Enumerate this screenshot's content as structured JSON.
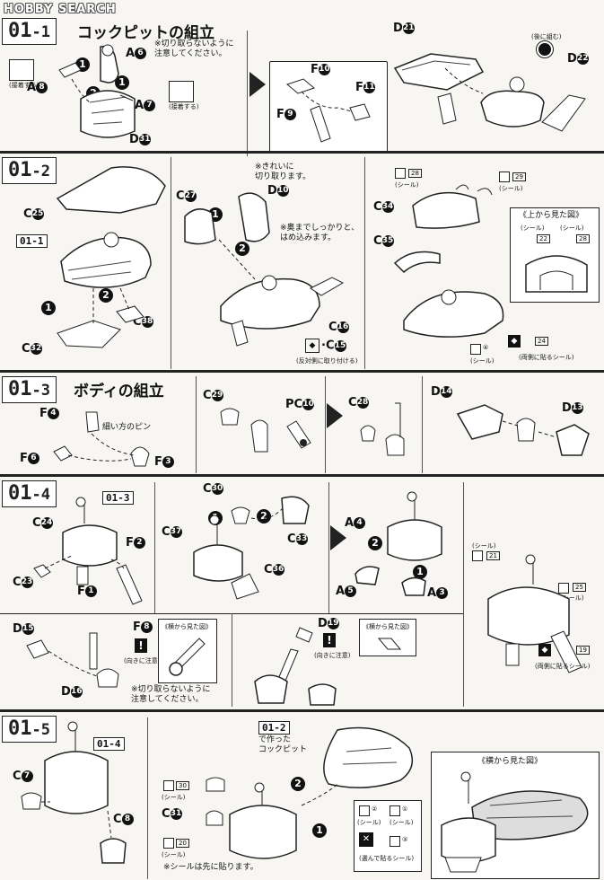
{
  "watermark": "HOBBY SEARCH",
  "sections": {
    "s1": {
      "badge_main": "01",
      "badge_sub": "-1",
      "title": "コックピットの組立",
      "note": "※切り取らないように\n注意してください。",
      "glue": "(接着する)",
      "parts": {
        "a8": "A",
        "a6": "A",
        "a7": "A",
        "d31": "D",
        "d21": "D",
        "d22": "D",
        "f10": "F",
        "f11": "F",
        "f9": "F"
      },
      "back_paint": "(後に組む)"
    },
    "s2": {
      "badge_main": "01",
      "badge_sub": "-2",
      "ref": "01-1",
      "cut_note": "※きれいに\n切り取ります。",
      "insert_note": "※奥までしっかりと、\nはめ込みます。",
      "reverse_note": "(反対側に取り付ける)",
      "top_view": "《上から見た図》",
      "seal": "(シール)",
      "both_sides": "(両側に貼るシール)",
      "parts": {
        "c25": "C",
        "c32": "C",
        "c38": "C",
        "c27": "C",
        "d10": "D",
        "c16": "C",
        "c15": "C",
        "c34": "C",
        "c35": "C"
      },
      "stickers": {
        "s28": "28",
        "s29": "29",
        "s22": "22",
        "s4": "④",
        "s24": "24"
      }
    },
    "s3": {
      "badge_main": "01",
      "badge_sub": "-3",
      "title": "ボディの組立",
      "thin_pin": "細い方のピン",
      "parts": {
        "f4": "F",
        "f6": "F",
        "f3": "F",
        "c29": "C",
        "pc10": "PC",
        "c28": "C",
        "d14": "D",
        "d13": "D"
      }
    },
    "s4": {
      "badge_main": "01",
      "badge_sub": "-4",
      "ref": "01-3",
      "side_view": "《横から見た図》",
      "direction": "(向きに注意)",
      "note": "※切り取らないように\n注意してください。",
      "seal": "(シール)",
      "both_sides": "(両側に貼るシール)",
      "parts": {
        "c24": "C",
        "c23": "C",
        "f2": "F",
        "f1": "F",
        "c30": "C",
        "c37": "C",
        "c33": "C",
        "c36": "C",
        "a4": "A",
        "a5": "A",
        "a3": "A",
        "d15": "D",
        "d16": "D",
        "f8": "F",
        "d19": "D"
      },
      "stickers": {
        "s21": "21",
        "s25": "25",
        "s19": "19"
      }
    },
    "s5": {
      "badge_main": "01",
      "badge_sub": "-5",
      "ref_a": "01-4",
      "ref_b": "01-2",
      "made_cockpit": "で作った\nコックピット",
      "seal": "(シール)",
      "choose": "(選んで貼るシール)",
      "seal_first": "※シールは先に貼ります。",
      "side_view": "《横から見た図》",
      "parts": {
        "c7": "C",
        "c8": "C",
        "c31": "C"
      },
      "stickers": {
        "s30": "30",
        "s20": "20",
        "s2": "②",
        "s1": "①",
        "s3": "③"
      }
    }
  }
}
